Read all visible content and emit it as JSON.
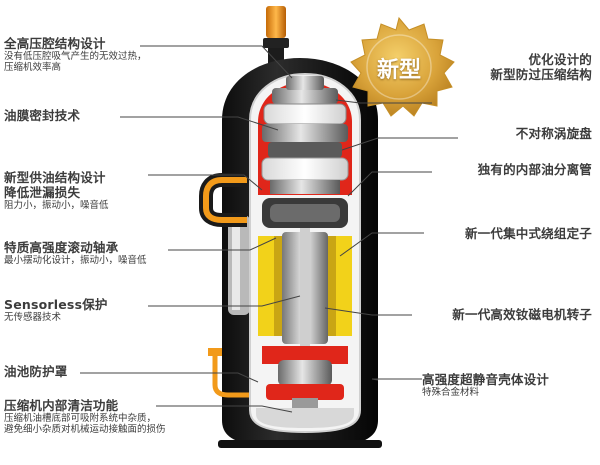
{
  "badge": {
    "label": "新型"
  },
  "left_callouts": [
    {
      "title": "全高压腔结构设计",
      "desc": [
        "没有低压腔吸气产生的无效过热，",
        "压缩机效率高"
      ]
    },
    {
      "title": "油膜密封技术",
      "desc": []
    },
    {
      "title": "新型供油结构设计",
      "title2": "降低泄漏损失",
      "desc": [
        "阻力小，振动小，噪音低"
      ]
    },
    {
      "title": "特质高强度滚动轴承",
      "desc": [
        "最小摆动化设计，振动小，噪音低"
      ]
    },
    {
      "title": "Sensorless保护",
      "desc": [
        "无传感器技术"
      ]
    },
    {
      "title": "油池防护罩",
      "desc": []
    },
    {
      "title": "压缩机内部清洁功能",
      "desc": [
        "压缩机油槽底部可吸附系统中杂质，",
        "避免细小杂质对机械运动接触面的损伤"
      ]
    }
  ],
  "right_callouts": [
    {
      "title": "优化设计的",
      "title2": "新型防过压缩结构",
      "desc": []
    },
    {
      "title": "不对称涡旋盘",
      "desc": []
    },
    {
      "title": "独有的内部油分离管",
      "desc": []
    },
    {
      "title": "新一代集中式绕组定子",
      "desc": []
    },
    {
      "title": "新一代高效钕磁电机转子",
      "desc": []
    },
    {
      "title": "高强度超静音壳体设计",
      "desc": [
        "特殊合金材料"
      ]
    }
  ],
  "colors": {
    "shell": "#1a1a1a",
    "cutaway_red": "#e0261a",
    "winding_yellow": "#f2d21a",
    "pipe_orange": "#f29a1a",
    "metal": "#b8b8b8",
    "badge_gold": "#d9a33a",
    "leader_line": "#444444"
  }
}
